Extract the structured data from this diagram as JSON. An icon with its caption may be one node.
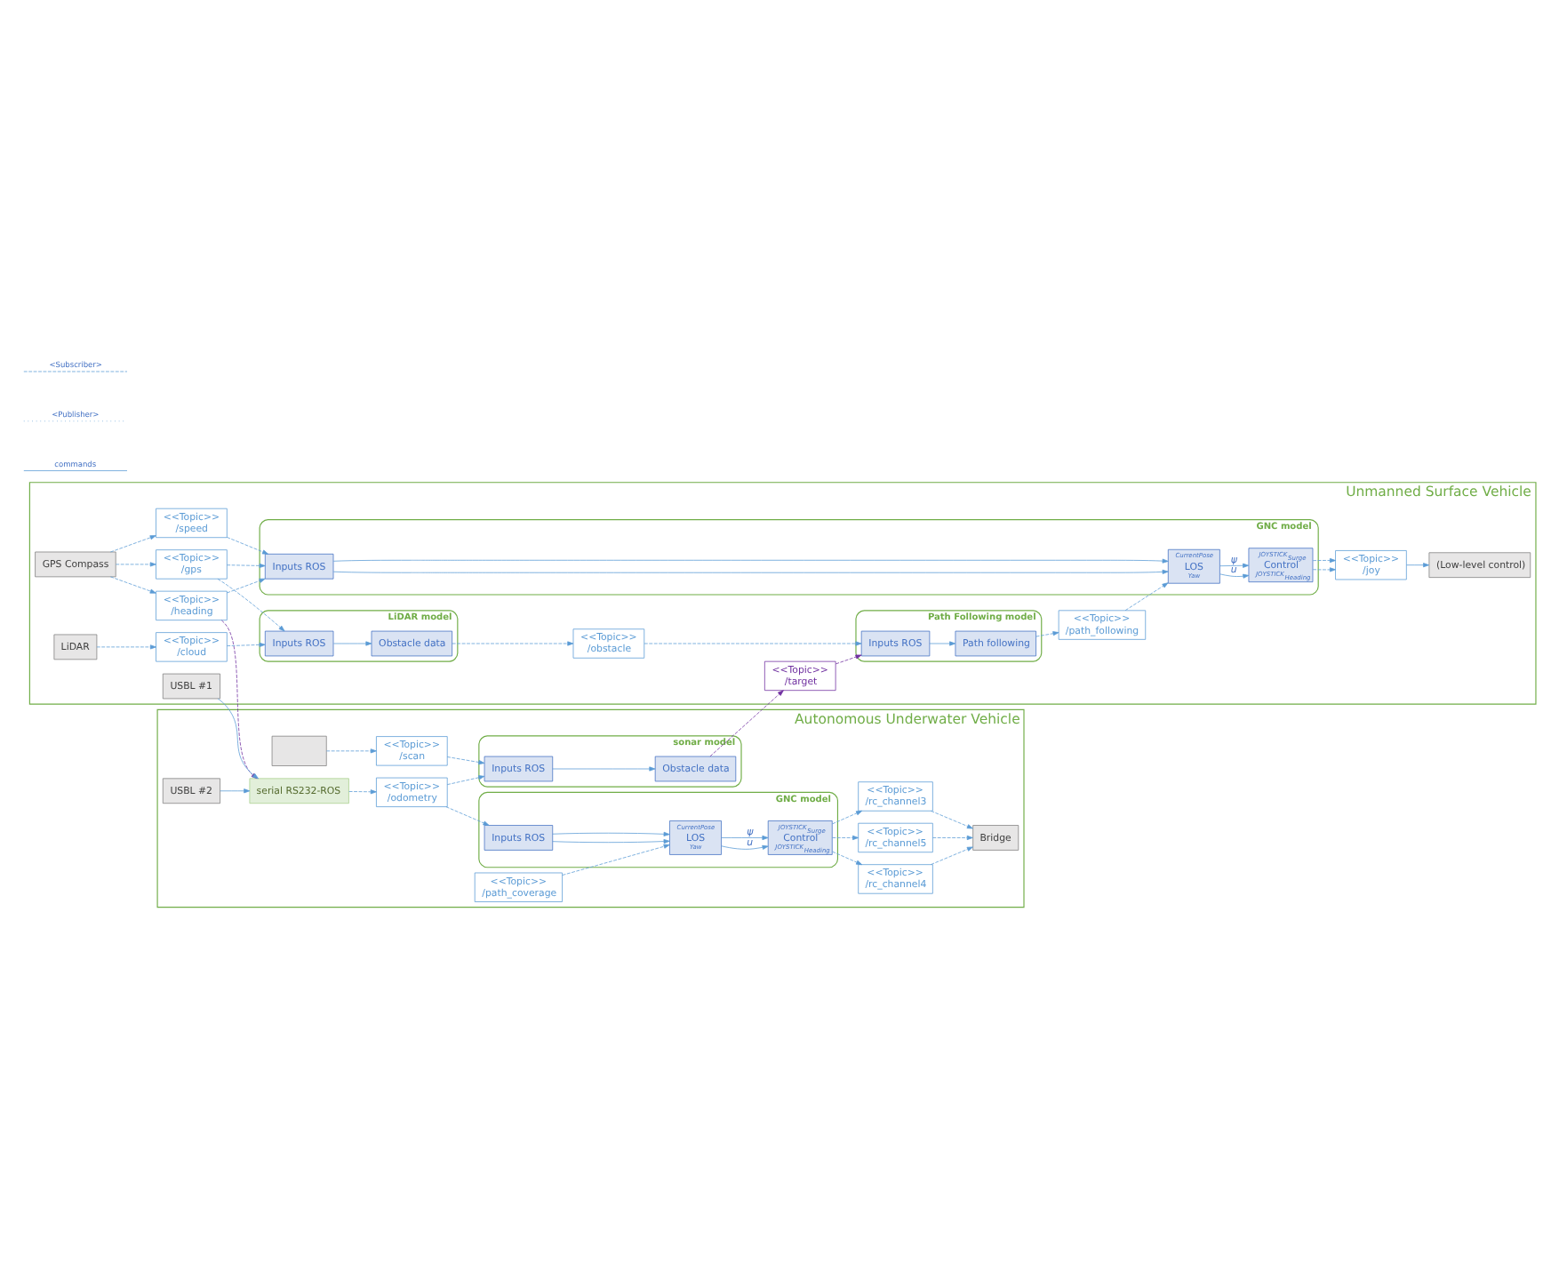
{
  "diagram": {
    "nodes": [
      {
        "text": [
          "Unmanned Surface Vehicle"
        ]
      },
      {
        "text": [
          "GPS Compass"
        ],
        "in": 0
      },
      {
        "text": [
          "<<Topic>>",
          "/speed"
        ],
        "in": 0
      },
      {
        "text": [
          "<<Topic>>",
          "/heading"
        ],
        "in": 0
      },
      {
        "text": [
          "<<Topic>>",
          "/gps"
        ],
        "in": 0
      },
      {
        "text": [
          "GNC model"
        ],
        "in": 0
      },
      {
        "text": [
          "Inputs ROS"
        ],
        "in": 5
      },
      {
        "text": [
          "CurrentPose",
          "LOS",
          "Yaw"
        ],
        "in": 5
      },
      {
        "text": [
          "JOYSTICK$_{Surge}$",
          "Control",
          "JOYSTICK$_{Heading}$"
        ],
        "in": 5
      },
      {
        "text": [
          "<<Topic>>",
          "/joy"
        ],
        "in": 0
      },
      {
        "text": [
          "(Low-level control)"
        ],
        "in": 0
      },
      {
        "text": [
          "<<Topic>>",
          "/path_following"
        ],
        "in": 0
      },
      {
        "text": [
          "LiDAR"
        ],
        "in": 0
      },
      {
        "text": [
          "<<Topic>>",
          "/cloud"
        ],
        "in": 0
      },
      {
        "text": [
          "LiDAR model"
        ],
        "in": 0
      },
      {
        "text": [
          "Inputs ROS"
        ],
        "in": 14
      },
      {
        "text": [
          "Obstacle data"
        ],
        "in": 14
      },
      {
        "text": [
          "<<Topic>>",
          "/obstacle"
        ],
        "in": 0
      },
      {
        "text": [
          "Path Following model"
        ],
        "in": 0
      },
      {
        "text": [
          "Inputs ROS"
        ],
        "in": 18
      },
      {
        "text": [
          "Path following"
        ],
        "in": 18
      },
      {
        "text": [
          "<<Topic>>",
          "/target"
        ],
        "in": 0
      },
      {
        "text": [
          "USBL #1"
        ],
        "in": 0
      },
      {
        "text": [
          "Autonomous Underwater Vehicle"
        ]
      },
      {
        "text": [
          "USBL #2"
        ],
        "in": 23
      },
      {
        "text": [
          "serial RS232-ROS"
        ],
        "in": 23
      },
      {
        "text": [
          "sonar model"
        ],
        "in": 23
      },
      {
        "text": [
          "Inputs ROS"
        ],
        "in": 26
      },
      {
        "text": [
          "Obstacle data"
        ],
        "in": 26
      },
      {
        "text": [
          "<<Topic>>",
          "/odometry"
        ],
        "in": 23
      },
      {
        "text": [],
        "shape": "box",
        "in": 23
      },
      {
        "text": [
          "<<Topic>>",
          "/scan"
        ],
        "in": 23
      },
      {
        "text": [
          "GNC model"
        ],
        "in": 23
      },
      {
        "text": [
          "Inputs ROS"
        ],
        "in": 32
      },
      {
        "text": [
          "CurrentPose",
          "LOS",
          "Yaw"
        ],
        "in": 32
      },
      {
        "text": [
          "JOYSTICK$_{Surge}$",
          "Control",
          "JOYSTICK$_{Heading}$"
        ],
        "in": 32
      },
      {
        "text": [
          "<<Topic>>",
          "/path_coverage"
        ],
        "in": 23
      },
      {
        "text": [
          "<<Topic>>",
          "/rc_channel3"
        ],
        "in": 23
      },
      {
        "text": [
          "<<Topic>>",
          "/rc_channel4"
        ],
        "in": 23
      },
      {
        "text": [
          "<<Topic>>",
          "/rc_channel5"
        ],
        "in": 23
      },
      {
        "text": [
          "Bridge"
        ],
        "in": 23
      }
    ],
    "edges": [
      {
        "from": 1,
        "to": 2,
        "arrow": "to",
        "style": "dashed"
      },
      {
        "from": 1,
        "to": 3,
        "arrow": "to",
        "style": "dashed"
      },
      {
        "from": 1,
        "to": 4,
        "arrow": "to",
        "style": "dashed"
      },
      {
        "from": 2,
        "to": 6,
        "arrow": "to",
        "style": "dashed"
      },
      {
        "from": 3,
        "to": 6,
        "arrow": "to",
        "style": "dashed"
      },
      {
        "from": 4,
        "to": 6,
        "arrow": "to",
        "style": "dashed"
      },
      {
        "from": 6,
        "to": 7,
        "arrow": "to"
      },
      {
        "from": 6,
        "to": 7,
        "arrow": "to"
      },
      {
        "from": 7,
        "to": 8,
        "label": "u",
        "arrow": "to"
      },
      {
        "from": 7,
        "to": 8,
        "label": "ψ",
        "arrow": "to"
      },
      {
        "from": 8,
        "to": 9,
        "arrow": "to",
        "style": "dashed"
      },
      {
        "from": 8,
        "to": 9,
        "arrow": "to",
        "style": "dashed"
      },
      {
        "from": 9,
        "to": 10,
        "arrow": "to"
      },
      {
        "from": 11,
        "to": 7,
        "arrow": "to",
        "style": "dashed"
      },
      {
        "from": 20,
        "to": 11,
        "arrow": "to",
        "style": "dashed"
      },
      {
        "from": 12,
        "to": 13,
        "arrow": "to",
        "style": "dashed"
      },
      {
        "from": 13,
        "to": 15,
        "arrow": "to",
        "style": "dashed"
      },
      {
        "from": 4,
        "to": 15,
        "arrow": "to",
        "style": "dashed"
      },
      {
        "from": 15,
        "to": 16,
        "arrow": "to"
      },
      {
        "from": 16,
        "to": 17,
        "arrow": "to",
        "style": "dashed"
      },
      {
        "from": 17,
        "to": 19,
        "arrow": "to",
        "style": "dashed"
      },
      {
        "from": 21,
        "to": 19,
        "arrow": "to",
        "style": "dashed",
        "color": "#7030a0"
      },
      {
        "from": 19,
        "to": 20,
        "arrow": "to"
      },
      {
        "from": 3,
        "to": 25,
        "arrow": "to",
        "style": "dashed",
        "color": "#7030a0"
      },
      {
        "from": 22,
        "to": 25,
        "arrow": "to"
      },
      {
        "from": 24,
        "to": 25,
        "arrow": "to"
      },
      {
        "from": 25,
        "to": 29,
        "arrow": "to",
        "style": "dashed"
      },
      {
        "from": 27,
        "to": 28,
        "arrow": "to"
      },
      {
        "from": 28,
        "to": 21,
        "arrow": "to",
        "style": "dashed",
        "color": "#7030a0"
      },
      {
        "from": 29,
        "to": 27,
        "arrow": "to",
        "style": "dashed"
      },
      {
        "from": 29,
        "to": 33,
        "arrow": "to",
        "style": "dashed"
      },
      {
        "from": 30,
        "to": 31,
        "arrow": "to",
        "style": "dashed"
      },
      {
        "from": 31,
        "to": 27,
        "arrow": "to",
        "style": "dashed"
      },
      {
        "from": 33,
        "to": 34,
        "arrow": "to"
      },
      {
        "from": 33,
        "to": 34,
        "arrow": "to"
      },
      {
        "from": 34,
        "to": 35,
        "label": "u",
        "arrow": "to"
      },
      {
        "from": 34,
        "to": 35,
        "label": "ψ",
        "arrow": "to"
      },
      {
        "from": 36,
        "to": 34,
        "arrow": "to",
        "style": "dashed"
      },
      {
        "from": 35,
        "to": 37,
        "arrow": "to",
        "style": "dashed"
      },
      {
        "from": 35,
        "to": 38,
        "arrow": "to",
        "style": "dashed"
      },
      {
        "from": 35,
        "to": 39,
        "arrow": "to",
        "style": "dashed"
      },
      {
        "from": 37,
        "to": 40,
        "arrow": "to",
        "style": "dashed"
      },
      {
        "from": 38,
        "to": 40,
        "arrow": "to",
        "style": "dashed"
      },
      {
        "from": 39,
        "to": 40,
        "arrow": "to",
        "style": "dashed"
      }
    ],
    "legend": [
      {
        "text": "<Subscriber>"
      },
      {
        "text": "<Publisher>"
      },
      {
        "text": "commands"
      }
    ]
  }
}
